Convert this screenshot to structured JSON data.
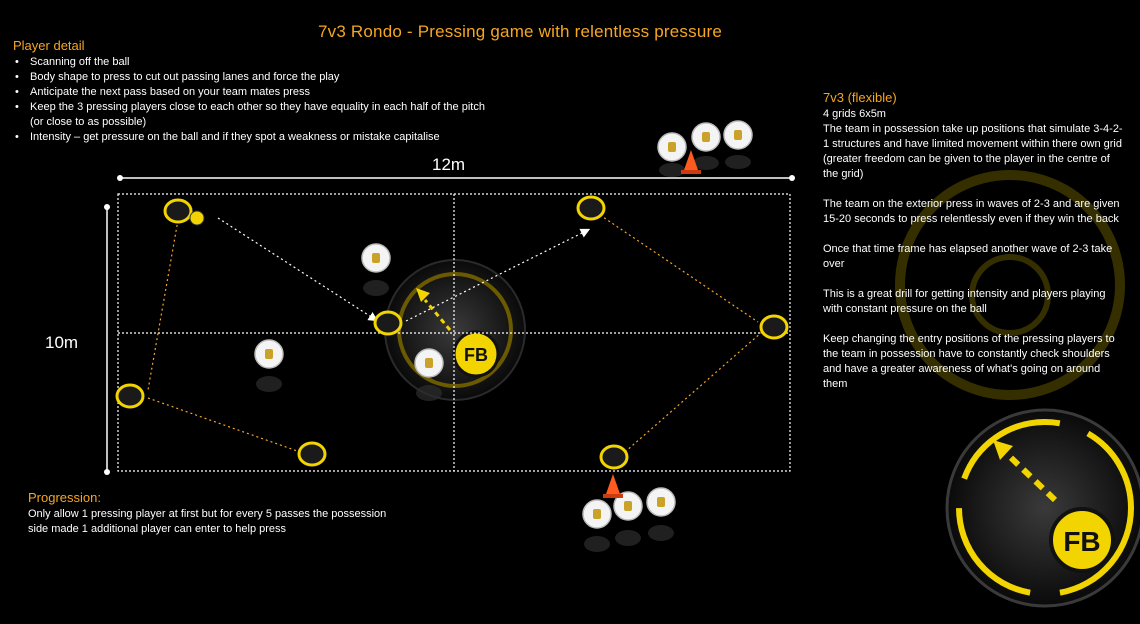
{
  "title": "7v3 Rondo - Pressing game with relentless pressure",
  "player_detail": {
    "heading": "Player detail",
    "items": [
      "Scanning off the ball",
      "Body shape to press to cut out passing lanes and force the play",
      "Anticipate the next pass based on your team mates press",
      "Keep the 3 pressing players close to each other so they have equality in each half of the pitch (or close to as possible)",
      "Intensity – get pressure on the ball and if they spot a weakness or mistake capitalise"
    ]
  },
  "dimensions": {
    "width_label": "12m",
    "height_label": "10m"
  },
  "setup": {
    "heading": "7v3 (flexible)",
    "grids": "4 grids 6x5m",
    "paragraphs": [
      "The team in possession take up positions that simulate 3-4-2-1 structures and have limited movement within there own grid (greater freedom can be given to the player in the centre of the grid)",
      "The team on the exterior press in waves of 2-3 and are given 15-20 seconds to press relentlessly even if they win the back",
      "Once that time frame has elapsed another wave of 2-3 take over",
      "This is a great drill for getting intensity and players playing with constant pressure on the ball",
      "Keep changing the entry positions of the pressing players to the team in possession have to constantly check shoulders and have a greater awareness of what's going on around them"
    ]
  },
  "progression": {
    "heading": "Progression:",
    "text": "Only allow 1 pressing player at first but for every 5 passes the possession side made 1 additional player can enter to help press"
  },
  "logo": {
    "text": "FB"
  },
  "colors": {
    "accent": "#f5a623",
    "yellow": "#f2d400",
    "cone": "#ff5a1f",
    "background": "#000000"
  }
}
